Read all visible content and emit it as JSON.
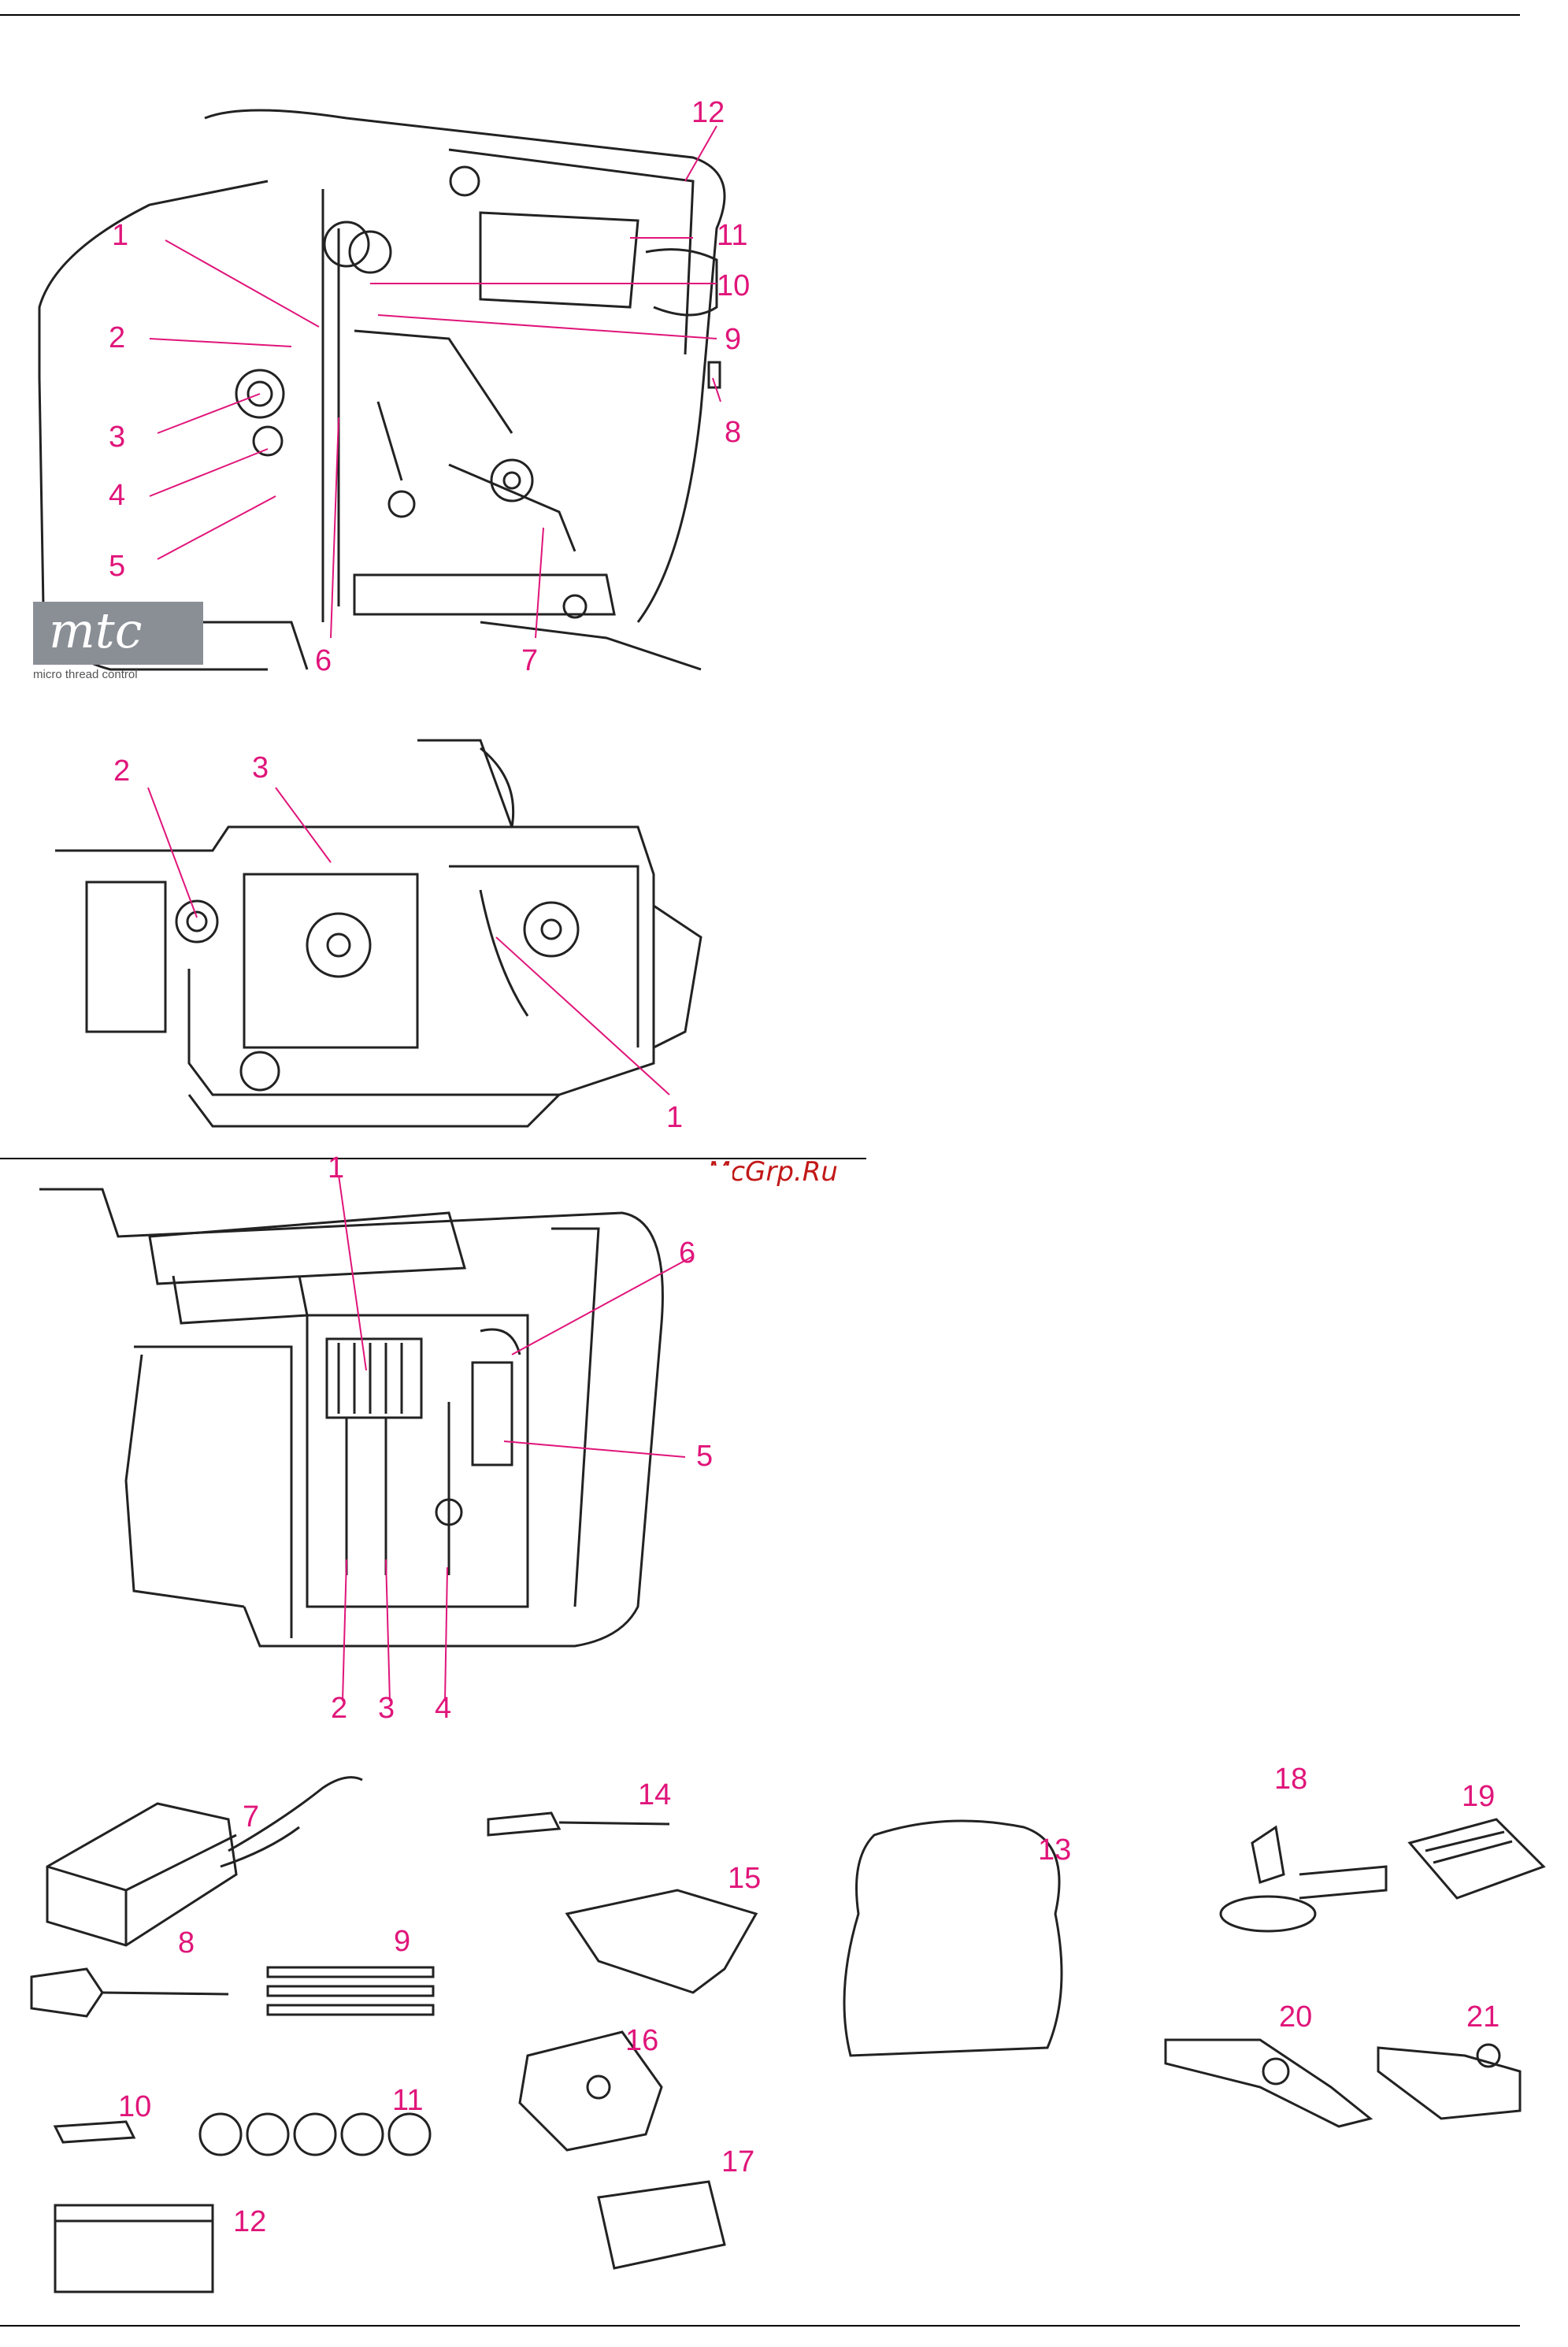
{
  "watermark": "McGrp.Ru",
  "logo": {
    "mark": "mtc",
    "tagline": "micro thread control"
  },
  "figures": {
    "front": {
      "labels": [
        "1",
        "2",
        "3",
        "4",
        "5",
        "6",
        "7",
        "8",
        "9",
        "10",
        "11",
        "12"
      ]
    },
    "looper": {
      "labels": [
        "1",
        "2",
        "3"
      ]
    },
    "needle": {
      "labels": [
        "1",
        "2",
        "3",
        "4",
        "5",
        "6"
      ]
    },
    "accessories": {
      "labels": [
        "7",
        "8",
        "9",
        "10",
        "11",
        "12",
        "13",
        "14",
        "15",
        "16",
        "17",
        "18",
        "19",
        "20",
        "21"
      ]
    }
  },
  "colors": {
    "callout": "#e0157a",
    "line": "#222222",
    "watermark": "#c21818",
    "logo": "#8a8f96"
  }
}
